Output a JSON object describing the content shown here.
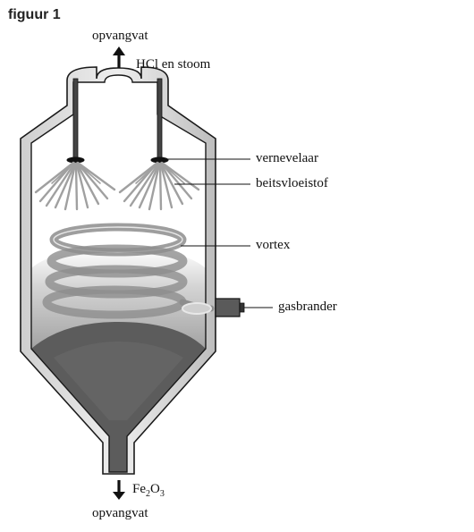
{
  "figure": {
    "title": "figuur 1"
  },
  "labels": {
    "top_vessel": "opvangvat",
    "top_output": "HCl en stoom",
    "sprayer": "vernevelaar",
    "pickling_liquid": "beitsvloeistof",
    "vortex": "vortex",
    "burner": "gasbrander",
    "bottom_output_main": "Fe",
    "bottom_output_sub1": "2",
    "bottom_output_mid": "O",
    "bottom_output_sub2": "3",
    "bottom_vessel": "opvangvat"
  },
  "colors": {
    "wall": "#1a1a1a",
    "wall_fill": "#d9d9d9",
    "solid_mass": "#5a5a5a",
    "gas_zone": "#b8b8b8",
    "spray": "#9a9a9a",
    "vortex": "#8c8c8c"
  }
}
